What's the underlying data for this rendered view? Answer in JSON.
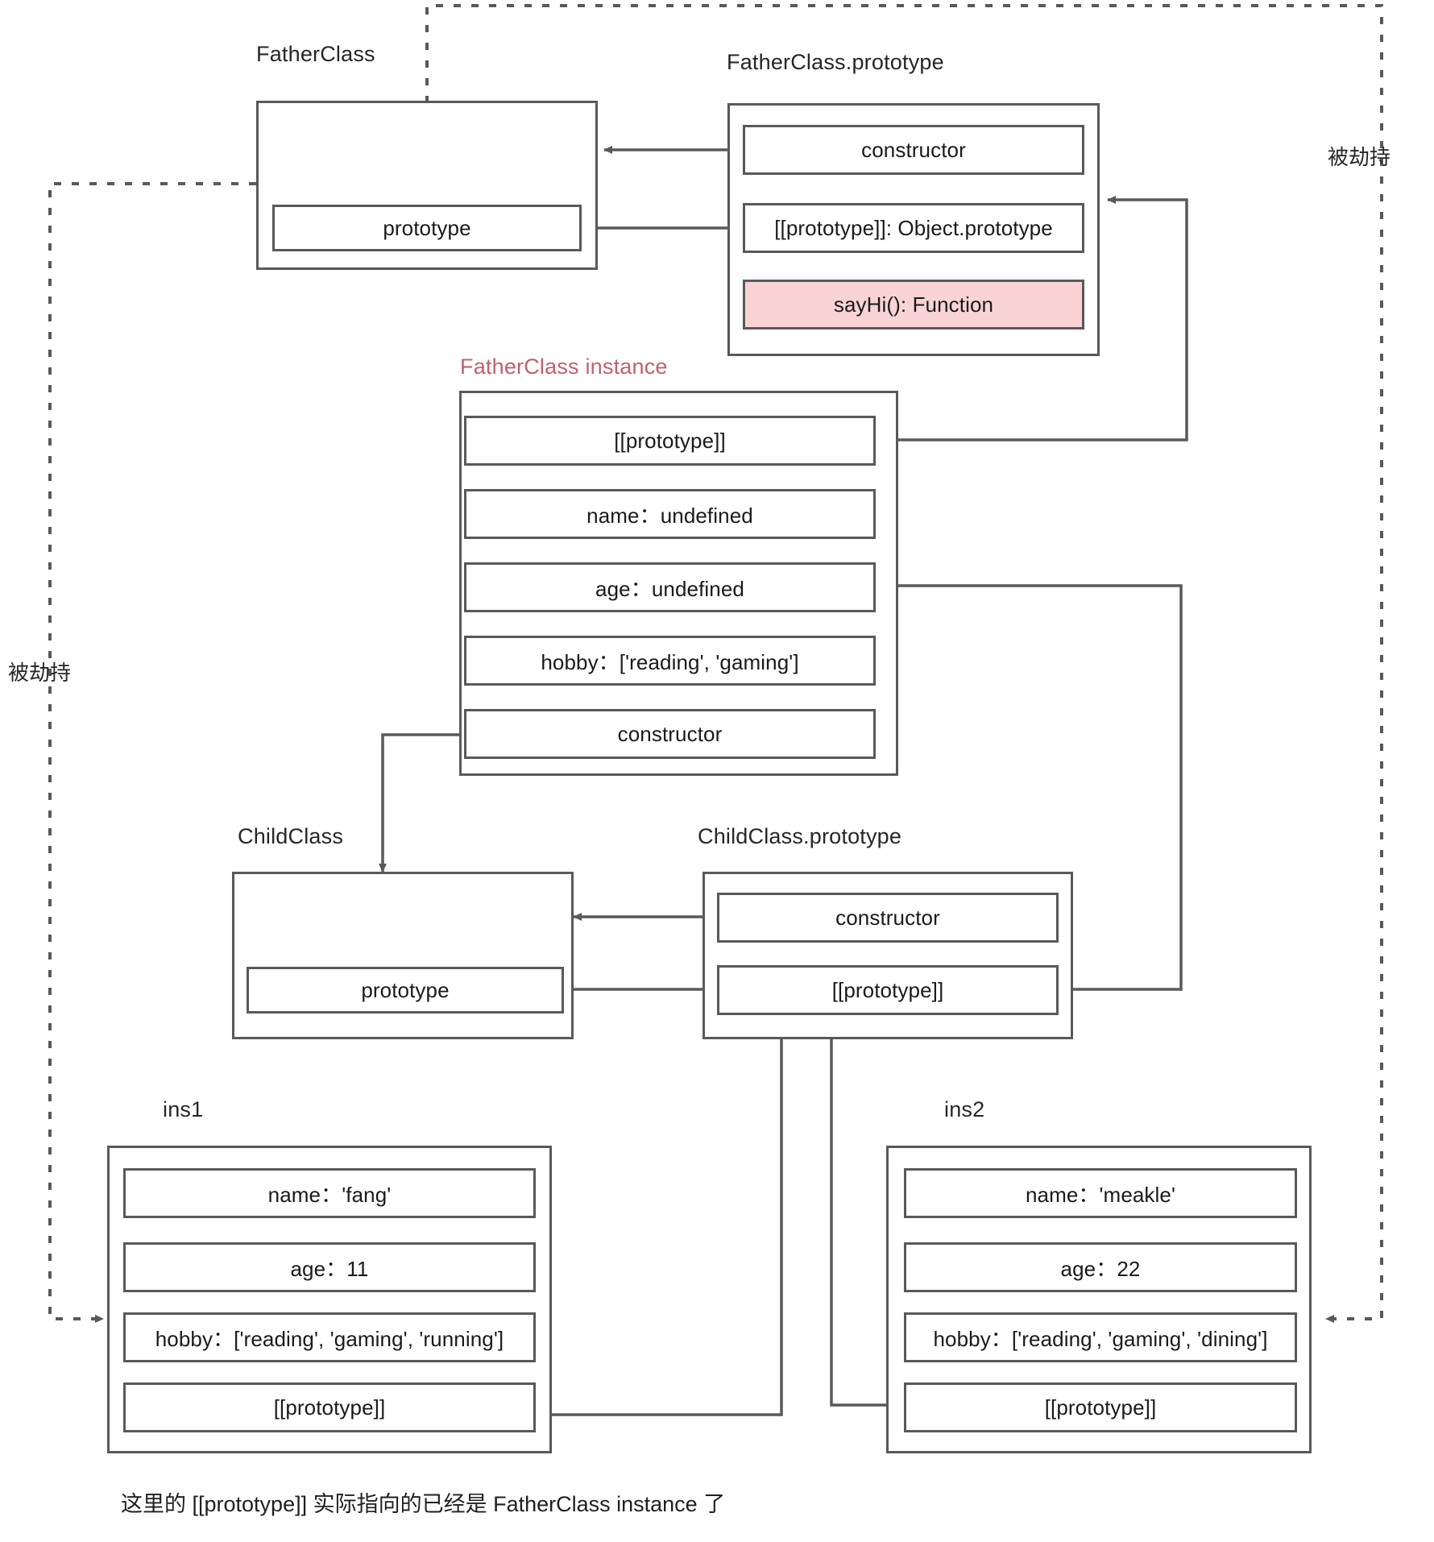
{
  "diagram": {
    "title_father_class": "FatherClass",
    "title_father_prototype": "FatherClass.prototype",
    "title_father_instance": "FatherClass  instance",
    "title_child_class": "ChildClass",
    "title_child_prototype": "ChildClass.prototype",
    "title_ins1": "ins1",
    "title_ins2": "ins2",
    "label_hijacked_left": "被劫持",
    "label_hijacked_right": "被劫持",
    "footnote": "这里的 [[prototype]] 实际指向的已经是 FatherClass instance 了",
    "colors": {
      "stroke": "#595959",
      "text": "#1a1a1a",
      "accent_text": "#c0616e",
      "highlight_fill": "#fad4d4",
      "background": "#ffffff"
    }
  },
  "father_class": {
    "rows": [
      {
        "label": "prototype"
      }
    ]
  },
  "father_prototype": {
    "rows": [
      {
        "label": "constructor",
        "highlight": false
      },
      {
        "label": "[[prototype]]: Object.prototype",
        "highlight": false
      },
      {
        "label": "sayHi(): Function",
        "highlight": true
      }
    ]
  },
  "father_instance": {
    "rows": [
      {
        "label": "[[prototype]]"
      },
      {
        "label": "name：undefined"
      },
      {
        "label": "age：undefined"
      },
      {
        "label": "hobby：['reading', 'gaming']"
      },
      {
        "label": "constructor"
      }
    ]
  },
  "child_class": {
    "rows": [
      {
        "label": "prototype"
      }
    ]
  },
  "child_prototype": {
    "rows": [
      {
        "label": "constructor"
      },
      {
        "label": "[[prototype]]"
      }
    ]
  },
  "ins1": {
    "rows": [
      {
        "label": "name：'fang'"
      },
      {
        "label": "age：11"
      },
      {
        "label": "hobby：['reading', 'gaming', 'running']"
      },
      {
        "label": "[[prototype]]"
      }
    ]
  },
  "ins2": {
    "rows": [
      {
        "label": "name：'meakle'"
      },
      {
        "label": "age：22"
      },
      {
        "label": "hobby：['reading', 'gaming', 'dining']"
      },
      {
        "label": "[[prototype]]"
      }
    ]
  }
}
